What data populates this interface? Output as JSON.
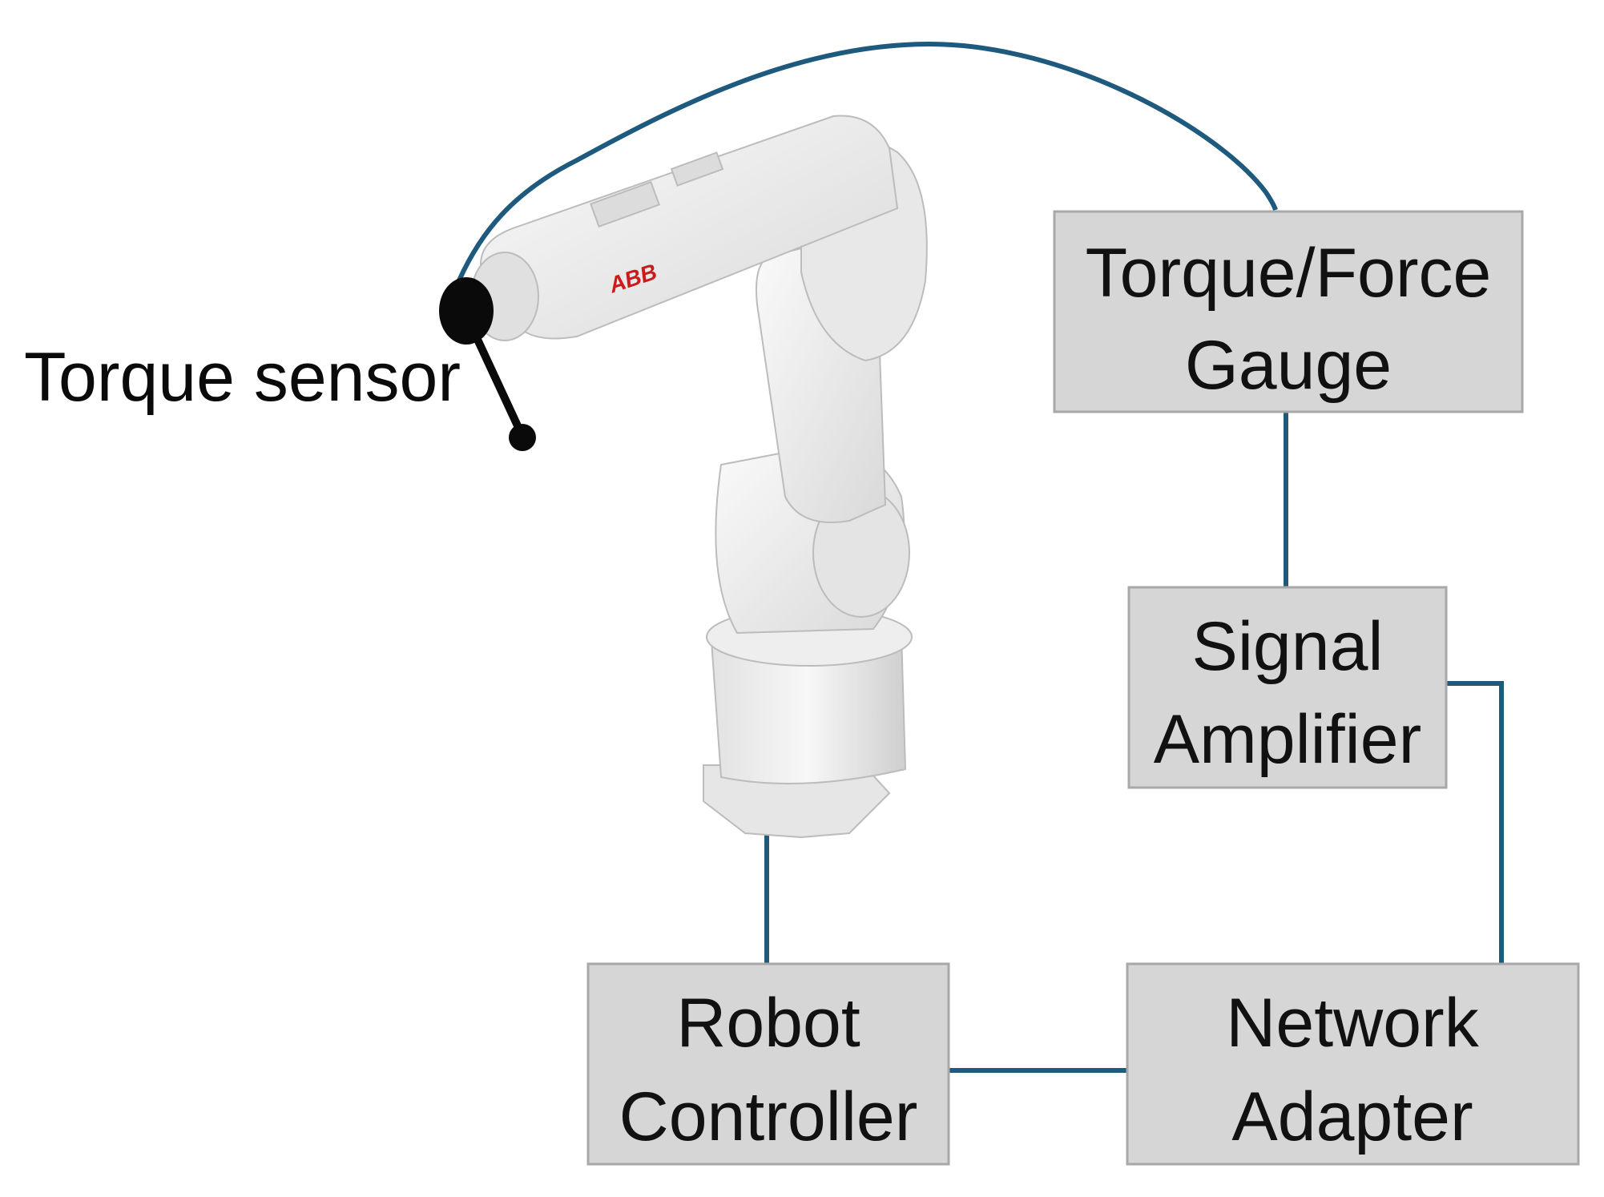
{
  "labels": {
    "torque_sensor": "Torque sensor",
    "robot_logo": "ABB"
  },
  "boxes": {
    "gauge": {
      "line1": "Torque/Force",
      "line2": "Gauge"
    },
    "amplifier": {
      "line1": "Signal",
      "line2": "Amplifier"
    },
    "controller": {
      "line1": "Robot",
      "line2": "Controller"
    },
    "adapter": {
      "line1": "Network",
      "line2": "Adapter"
    }
  },
  "colors": {
    "wire": "#1e5a7e",
    "box_fill": "#d6d6d6",
    "box_stroke": "#a8a8a8",
    "robot_body": "#efefef",
    "robot_shade": "#d2d2d2",
    "logo": "#cc1a1a"
  }
}
